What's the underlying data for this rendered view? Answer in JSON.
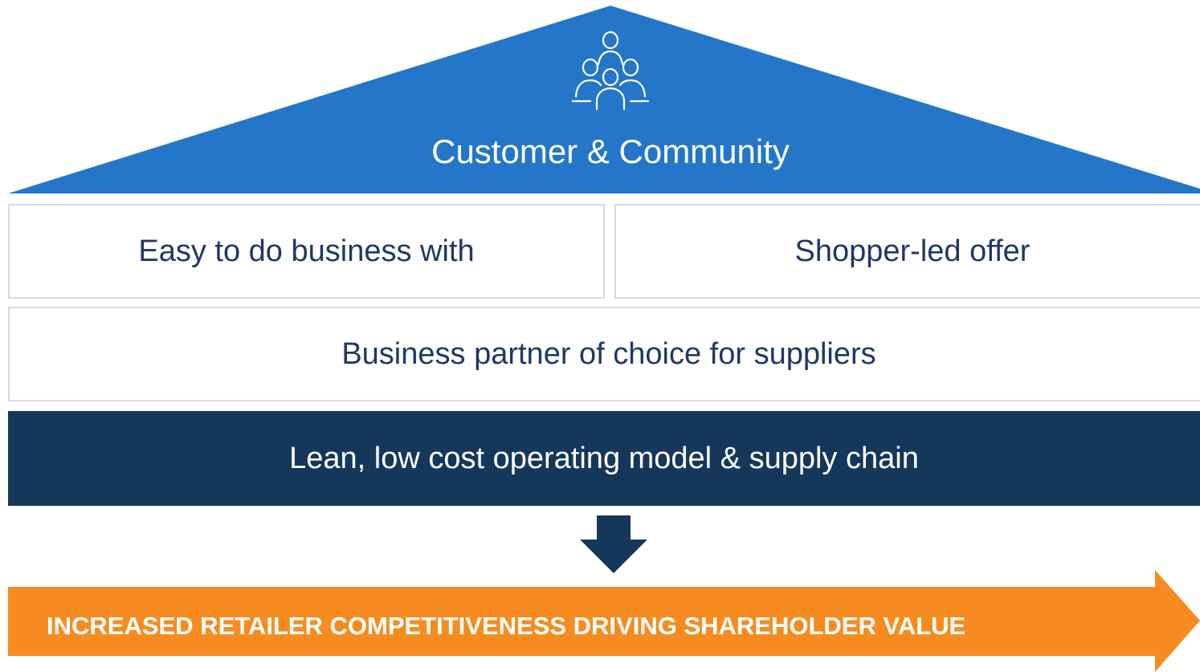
{
  "roof": {
    "title": "Customer & Community",
    "icon": "people-group-icon"
  },
  "pillars": {
    "left": "Easy to do business with",
    "right": "Shopper-led offer",
    "base": "Business partner of choice for suppliers"
  },
  "foundation": {
    "label": "Lean, low cost operating model & supply chain"
  },
  "result": {
    "label": "INCREASED RETAILER COMPETITIVENESS DRIVING SHAREHOLDER VALUE"
  },
  "colors": {
    "roof": "#2476c9",
    "foundation": "#15375a",
    "result": "#f68c1f",
    "box_border": "#d9d9d9",
    "box_text": "#203864"
  }
}
